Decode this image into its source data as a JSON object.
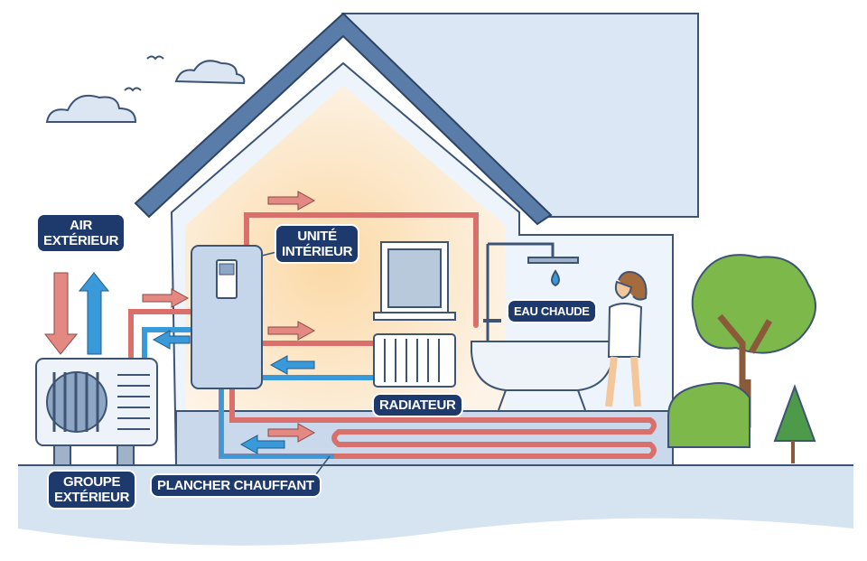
{
  "labels": {
    "air_exterieur": [
      "AIR",
      "EXTÉRIEUR"
    ],
    "unite_interieur": [
      "UNITÉ",
      "INTÉRIEUR"
    ],
    "eau_chaude": "EAU CHAUDE",
    "radiateur": "RADIATEUR",
    "groupe_exterieur": [
      "GROUPE",
      "EXTÉRIEUR"
    ],
    "plancher_chauffant": "PLANCHER CHAUFFANT"
  },
  "colors": {
    "label_bg": "#1e3a6c",
    "hot": "#d9706c",
    "cold": "#3a9ad9",
    "house": "#dfe9f5",
    "roof": "#5a7ca8"
  }
}
